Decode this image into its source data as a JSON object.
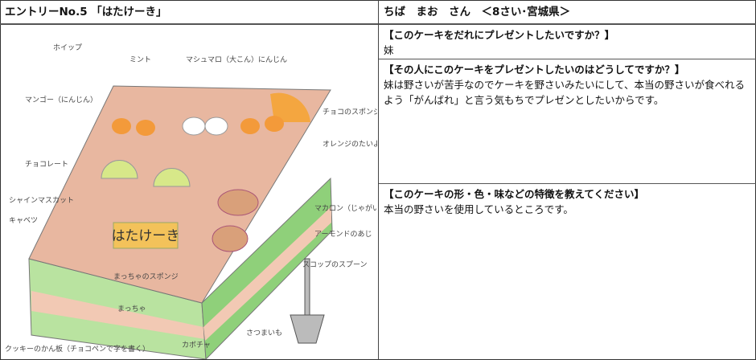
{
  "entry": {
    "title": "エントリーNo.5 「はたけーき」"
  },
  "author": {
    "line": "ちば　まお　さん　＜8さい･宮城県＞"
  },
  "questions": [
    {
      "q": "【このケーキをだれにプレゼントしたいですか？】",
      "a": "妹"
    },
    {
      "q": "【その人にこのケーキをプレゼントしたいのはどうしてですか？】",
      "a": "妹は野さいが苦手なのでケーキを野さいみたいにして、本当の野さいが食べれるよう「がんばれ」と言う気もちでプレゼンとしたいからです。"
    },
    {
      "q": "【このケーキの形・色・味などの特徴を教えてください】",
      "a": "本当の野さいを使用しているところです。"
    }
  ],
  "drawing": {
    "sign": "はたけーき",
    "labels": [
      "ホイップ",
      "ミント",
      "マシュマロ（大こん）にんじん",
      "マンゴー（にんじん）",
      "チョコレート",
      "チョコのスポンジ",
      "オレンジのたいよう",
      "シャインマスカット",
      "キャベツ",
      "マカロン（じゃがいも）",
      "アーモンドのあじ",
      "まっちゃのスポンジ",
      "スコップのスプーン",
      "まっちゃ",
      "カボチャ",
      "さつまいも",
      "クッキーのかん板（チョコペンで字を書く）"
    ]
  },
  "colors": {
    "border": "#444444",
    "matcha": "#8fd07a",
    "cake": "#e8b7a0",
    "orange": "#f4a640"
  }
}
